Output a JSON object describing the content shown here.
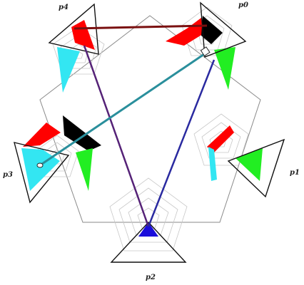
{
  "labels": {
    "p0": "p0",
    "p1": "p1",
    "p2": "p2",
    "p3": "p3",
    "p4": "p4"
  },
  "colors": {
    "red": "#ff0000",
    "cyan": "#33e6f2",
    "green": "#22ee22",
    "black": "#000000",
    "blue": "#1a0ddb",
    "line_p4_p0": "#7a1010",
    "line_p4_p2": "#552277",
    "line_p0_p2": "#2a2aa0",
    "line_p0_p3": "#2a8f9c"
  }
}
